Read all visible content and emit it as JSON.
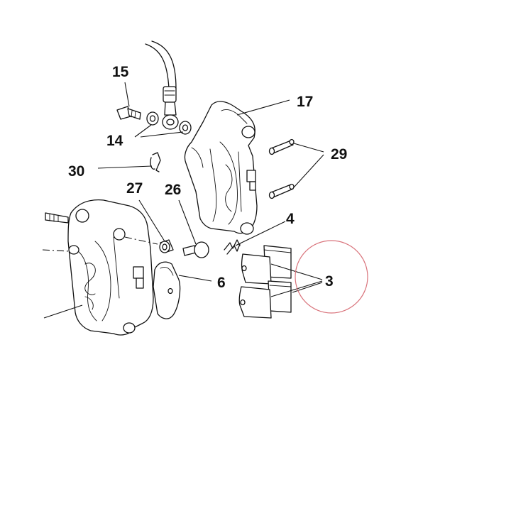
{
  "labels": {
    "p15": "15",
    "p14": "14",
    "p17": "17",
    "p29": "29",
    "p30": "30",
    "p27": "27",
    "p26": "26",
    "p4": "4",
    "p6": "6",
    "p3": "3"
  },
  "colors": {
    "ink": "#111111",
    "highlight_circle": "#d9747c",
    "background": "#ffffff"
  }
}
